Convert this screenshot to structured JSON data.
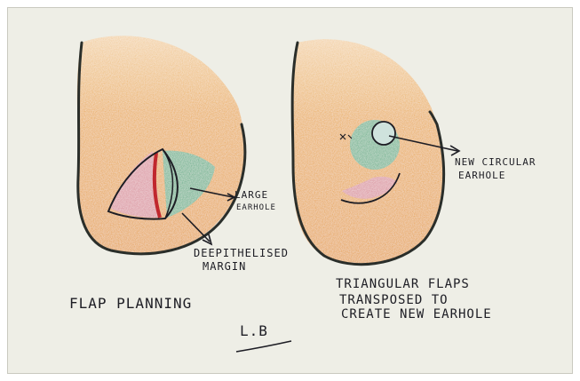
{
  "left_figure": {
    "caption": "FLAP PLANNING",
    "label_large_earhole_line1": "LARGE",
    "label_large_earhole_line2": "EARHOLE",
    "label_deepithelised_line1": "DEEPITHELISED",
    "label_deepithelised_line2": "MARGIN"
  },
  "right_figure": {
    "label_new_earhole_line1": "NEW CIRCULAR",
    "label_new_earhole_line2": "EARHOLE",
    "caption_line1": "TRIANGULAR FLAPS",
    "caption_line2": "TRANSPOSED TO",
    "caption_line3": "CREATE NEW EARHOLE"
  },
  "signature": "L.B",
  "colors": {
    "paper": "#eeeee6",
    "lobe_fill": "#e6a23c",
    "outline": "#2a2e2a",
    "flap_teal": "#3bb08f",
    "flap_pink": "#d88aa6",
    "margin_red": "#c0282e",
    "pen": "#1d1d24"
  }
}
